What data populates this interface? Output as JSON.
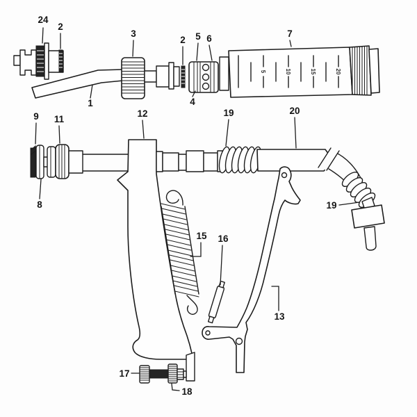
{
  "figure": {
    "colors": {
      "ink": "#1c1c1c",
      "background": "#fdfdfd",
      "dark_fill": "#242424"
    },
    "part_labels": [
      {
        "part": "24",
        "text": "24"
      },
      {
        "part": "2a",
        "text": "2"
      },
      {
        "part": "3",
        "text": "3"
      },
      {
        "part": "2b",
        "text": "2"
      },
      {
        "part": "5",
        "text": "5"
      },
      {
        "part": "6",
        "text": "6"
      },
      {
        "part": "7",
        "text": "7"
      },
      {
        "part": "4",
        "text": "4"
      },
      {
        "part": "1",
        "text": "1"
      },
      {
        "part": "9",
        "text": "9"
      },
      {
        "part": "11",
        "text": "11"
      },
      {
        "part": "12",
        "text": "12"
      },
      {
        "part": "19a",
        "text": "19"
      },
      {
        "part": "20",
        "text": "20"
      },
      {
        "part": "8",
        "text": "8"
      },
      {
        "part": "15",
        "text": "15"
      },
      {
        "part": "16",
        "text": "16"
      },
      {
        "part": "19b",
        "text": "19"
      },
      {
        "part": "13",
        "text": "13"
      },
      {
        "part": "17",
        "text": "17"
      },
      {
        "part": "18",
        "text": "18"
      }
    ],
    "barrel_scale": [
      "5",
      "10",
      "15",
      "20"
    ]
  }
}
